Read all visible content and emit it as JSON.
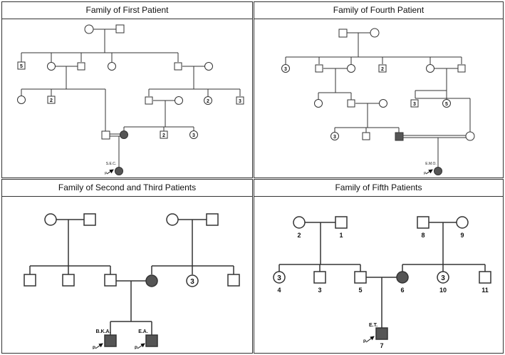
{
  "panels": {
    "p1": {
      "title": "Family of First Patient"
    },
    "p4": {
      "title": "Family of Fourth Patient"
    },
    "p23": {
      "title": "Family of Second and Third Patients"
    },
    "p5": {
      "title": "Family of Fifth Patients"
    }
  },
  "symbol_counts": {
    "p1": {
      "sq5": "5",
      "sq2": "2",
      "c2": "2",
      "sq3": "3",
      "sq2b": "2",
      "c3": "3"
    },
    "p4": {
      "c3": "3",
      "sq2": "2",
      "sq3": "3",
      "c5": "5",
      "c3b": "3"
    },
    "p23": {
      "c3": "3"
    },
    "p5": {
      "c3a": "3",
      "c3b": "3"
    }
  },
  "proband_labels": {
    "p1": "S.E.C.",
    "p4": "E.M.O.",
    "p23a": "B.K.A.",
    "p23b": "E.A.",
    "p5": "E.T."
  },
  "proband_marker": "P",
  "individual_numbers": {
    "n2": "2",
    "n1": "1",
    "n8": "8",
    "n9": "9",
    "n4": "4",
    "n3": "3",
    "n5": "5",
    "n6": "6",
    "n10": "10",
    "n11": "11",
    "n7": "7"
  },
  "colors": {
    "affected": "#555555",
    "line": "#333333",
    "unaffected": "#ffffff"
  }
}
